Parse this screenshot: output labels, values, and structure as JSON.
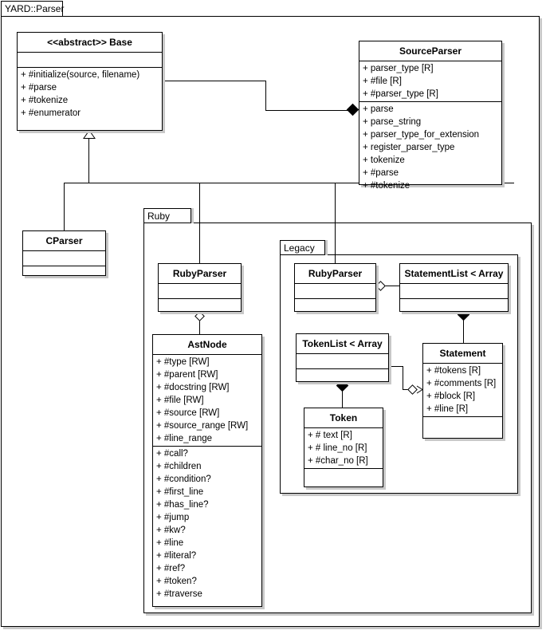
{
  "diagram": {
    "title": "YARD::Parser",
    "type": "uml-class-diagram"
  },
  "packages": [
    {
      "id": "root",
      "label": "YARD::Parser"
    },
    {
      "id": "ruby",
      "label": "Ruby"
    },
    {
      "id": "legacy",
      "label": "Legacy"
    }
  ],
  "classes": {
    "base": {
      "name": "<<abstract>> Base",
      "attributes": [],
      "operations": [
        "+ #initialize(source, filename)",
        "+ #parse",
        "+ #tokenize",
        "+ #enumerator"
      ]
    },
    "source_parser": {
      "name": "SourceParser",
      "attributes": [
        "+ parser_type [R]",
        "+ #file [R]",
        "+ #parser_type [R]"
      ],
      "operations": [
        "+ parse",
        "+ parse_string",
        "+ parser_type_for_extension",
        "+ register_parser_type",
        "+ tokenize",
        "+ #parse",
        "+ #tokenize"
      ]
    },
    "cparser": {
      "name": "CParser",
      "attributes": [],
      "operations": []
    },
    "ruby_parser": {
      "name": "RubyParser",
      "attributes": [],
      "operations": []
    },
    "ast_node": {
      "name": "AstNode",
      "attributes": [
        "+ #type [RW]",
        "+ #parent [RW]",
        "+ #docstring [RW]",
        "+ #file [RW]",
        "+ #source [RW]",
        "+ #source_range [RW]",
        "+ #line_range"
      ],
      "operations": [
        "+ #call?",
        "+ #children",
        "+ #condition?",
        "+ #first_line",
        "+ #has_line?",
        "+ #jump",
        "+ #kw?",
        "+ #line",
        "+ #literal?",
        "+ #ref?",
        "+ #token?",
        "+ #traverse"
      ]
    },
    "legacy_ruby_parser": {
      "name": "RubyParser",
      "attributes": [],
      "operations": []
    },
    "statement_list": {
      "name": "StatementList < Array",
      "attributes": [],
      "operations": []
    },
    "token_list": {
      "name": "TokenList < Array",
      "attributes": [],
      "operations": []
    },
    "statement": {
      "name": "Statement",
      "attributes": [
        "+ #tokens [R]",
        "+ #comments [R]",
        "+ #block [R]",
        "+ #line [R]"
      ],
      "operations": []
    },
    "token": {
      "name": "Token",
      "attributes": [
        "+ # text [R]",
        "+ # line_no [R]",
        "+ #char_no [R]"
      ],
      "operations": []
    }
  },
  "relations": [
    {
      "id": "base-sourceparser",
      "kind": "composition",
      "from": "base",
      "to": "source_parser"
    },
    {
      "id": "base-cparser",
      "kind": "generalization",
      "from": "cparser",
      "to": "base"
    },
    {
      "id": "base-rubyparser",
      "kind": "generalization",
      "from": "ruby_parser",
      "to": "base"
    },
    {
      "id": "base-legacy-rubyparser",
      "kind": "generalization",
      "from": "legacy_ruby_parser",
      "to": "base"
    },
    {
      "id": "rubyparser-astnode",
      "kind": "aggregation",
      "from": "ruby_parser",
      "to": "ast_node"
    },
    {
      "id": "legacy-rp-statementlist",
      "kind": "aggregation",
      "from": "legacy_ruby_parser",
      "to": "statement_list"
    },
    {
      "id": "statementlist-statement",
      "kind": "composition",
      "from": "statement_list",
      "to": "statement"
    },
    {
      "id": "tokenlist-statement",
      "kind": "aggregation",
      "from": "statement",
      "to": "token_list"
    },
    {
      "id": "tokenlist-token",
      "kind": "composition",
      "from": "token_list",
      "to": "token"
    }
  ],
  "colors": {
    "line": "#000000",
    "fill": "#ffffff",
    "shadow": "#c8c8c8"
  }
}
